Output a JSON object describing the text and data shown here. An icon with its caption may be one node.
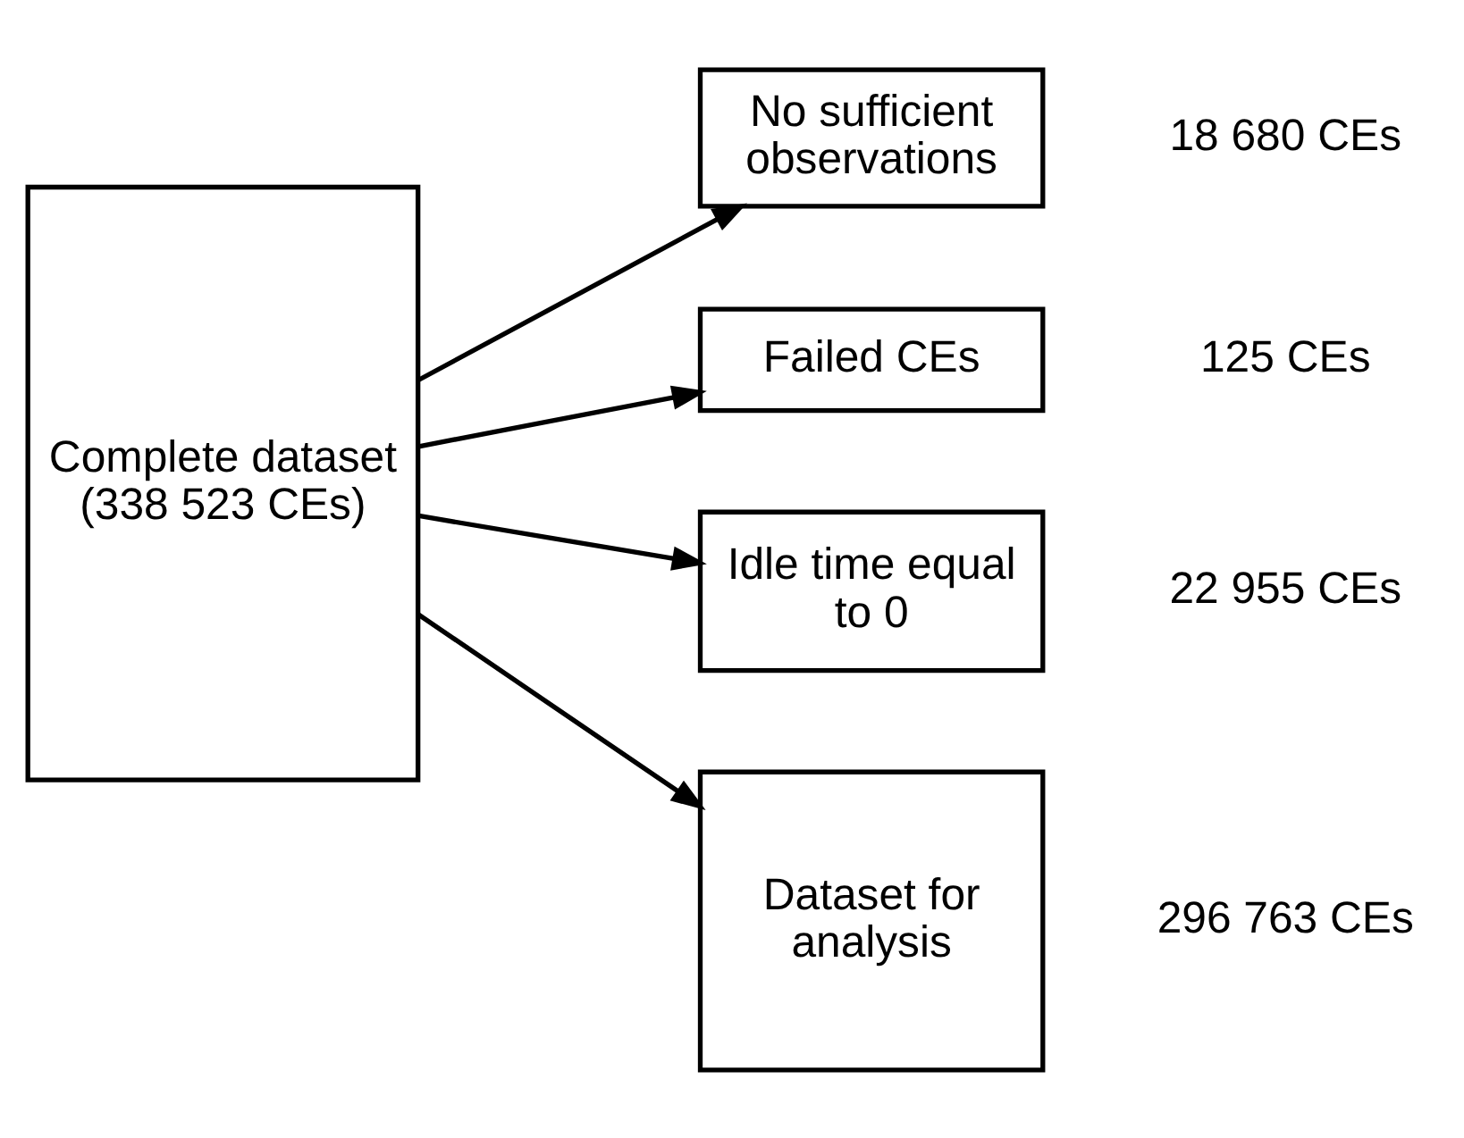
{
  "diagram": {
    "nodes": [
      {
        "text": [
          "Complete dataset (338 523 CEs)"
        ]
      },
      {
        "text": [
          "No sufficient observations"
        ],
        "beside": [
          "18 680 CEs"
        ]
      },
      {
        "text": [
          "Failed CEs"
        ],
        "beside": [
          "125 CEs"
        ]
      },
      {
        "text": [
          "Idle time equal to 0"
        ],
        "beside": [
          "22 955 CEs"
        ]
      },
      {
        "text": [
          "Dataset for analysis"
        ],
        "beside": [
          "296 763 CEs"
        ]
      }
    ],
    "edges": [
      {
        "from": 0,
        "to": 1,
        "arrow": "to"
      },
      {
        "from": 0,
        "to": 2,
        "arrow": "to"
      },
      {
        "from": 0,
        "to": 3,
        "arrow": "to"
      },
      {
        "from": 0,
        "to": 4,
        "arrow": "to"
      }
    ]
  }
}
